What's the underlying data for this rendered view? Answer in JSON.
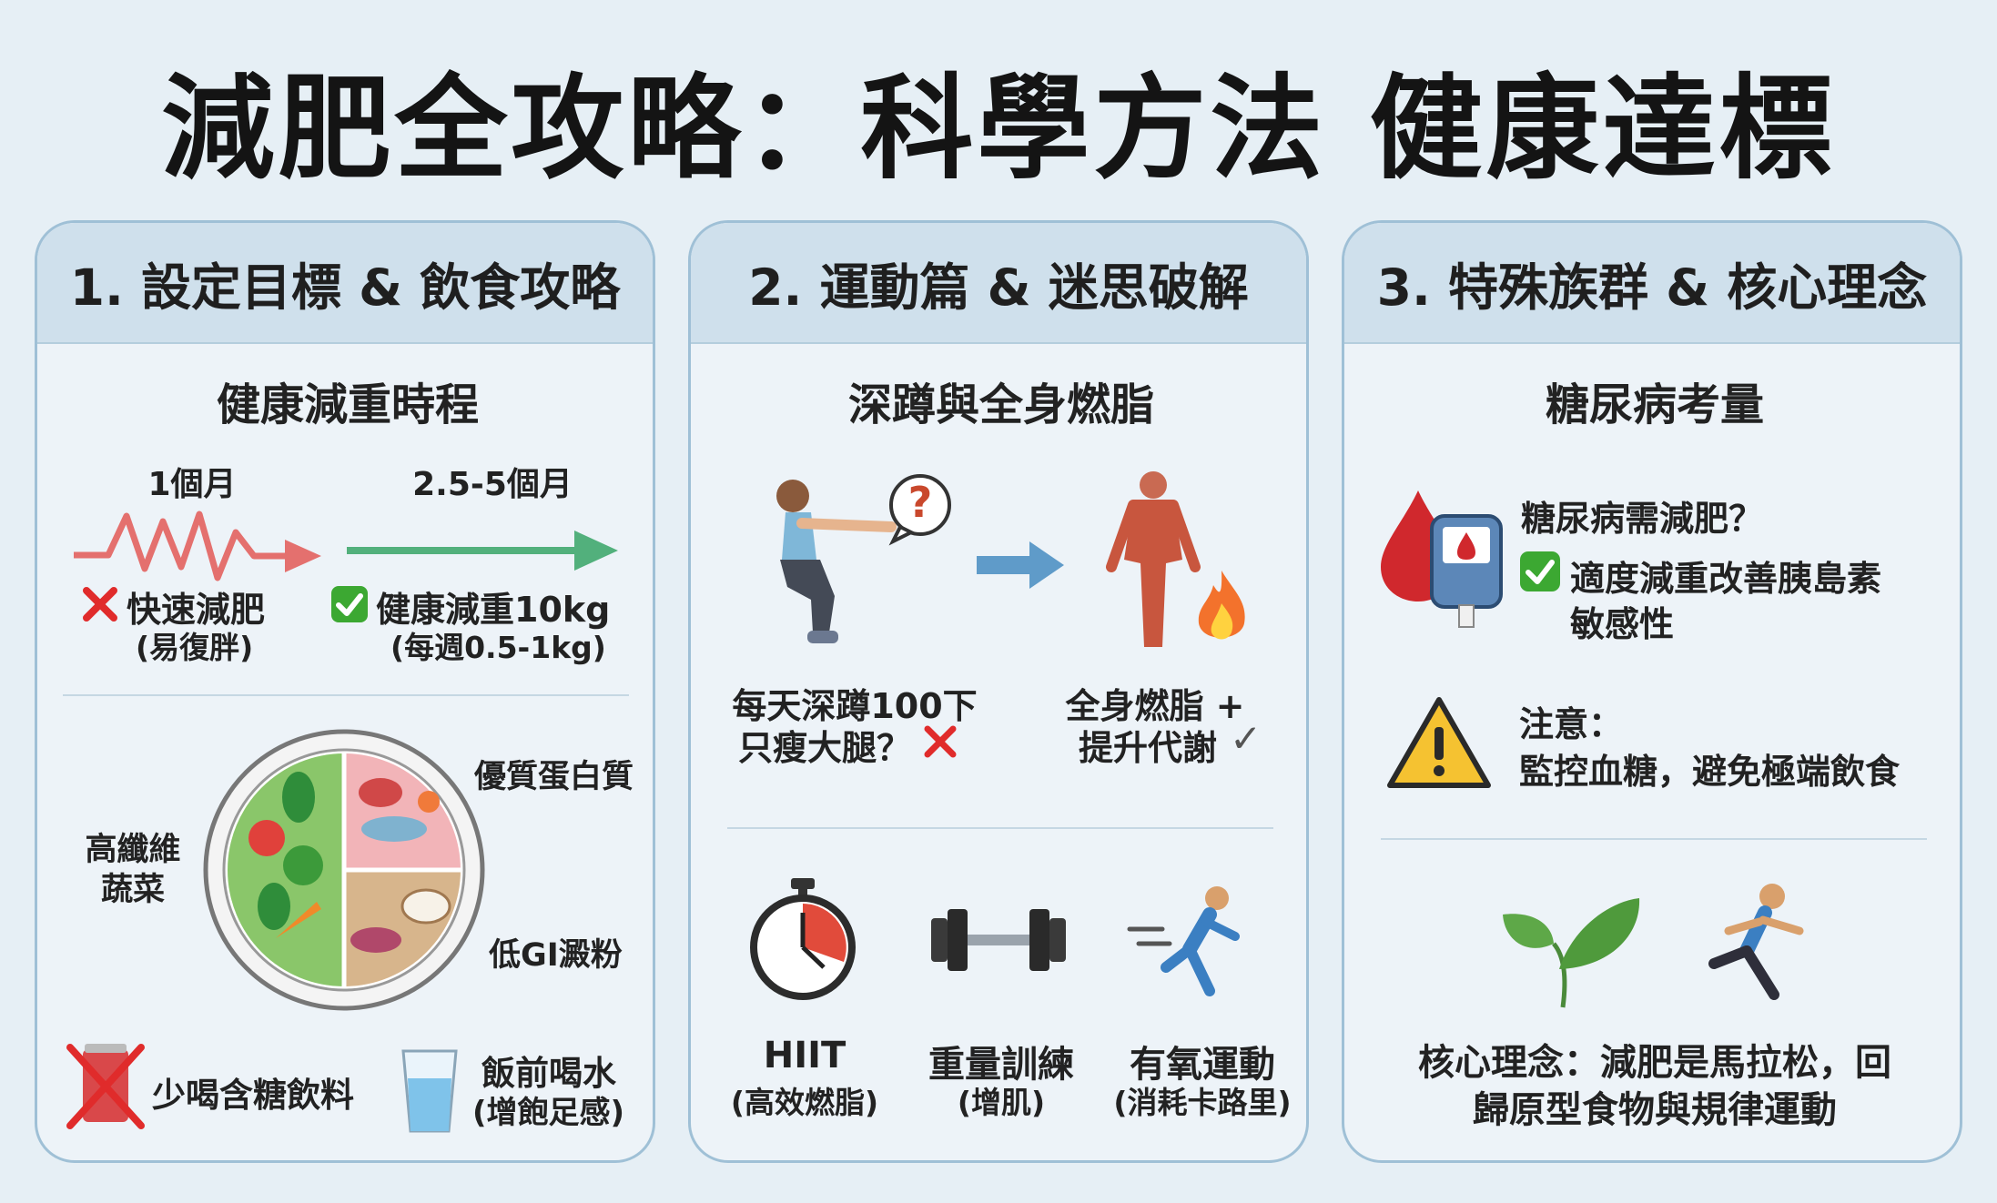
{
  "title": "減肥全攻略：科學方法 健康達標",
  "colors": {
    "background": "#e6eff5",
    "card_header": "#cfe0ec",
    "card_border": "#9fc0d6",
    "cross_red": "#e02b2b",
    "check_green": "#3ca832",
    "arrow_blue": "#5f9bc9",
    "rapid_line": "#e4706e",
    "healthy_line": "#52b07c"
  },
  "icons": {
    "cross": "cross-mark-icon",
    "check": "check-box-icon",
    "warning": "warning-triangle-icon",
    "timer": "stopwatch-icon",
    "dumbbell": "dumbbell-icon",
    "runner": "running-person-icon",
    "blood": "blood-drop-icon",
    "glucose": "glucose-meter-icon",
    "leaf": "leaf-icon"
  },
  "col1": {
    "header": "1. 設定目標 & 飲食攻略",
    "timeline_title": "健康減重時程",
    "rapid_label": "1個月",
    "healthy_label": "2.5-5個月",
    "rapid_text": "快速減肥",
    "rapid_note": "(易復胖)",
    "healthy_text": "健康減重10kg",
    "healthy_note": "(每週0.5-1kg)",
    "plate": {
      "protein": "優質蛋白質",
      "veg_line1": "高纖維",
      "veg_line2": "蔬菜",
      "carb": "低GI澱粉"
    },
    "tip_drink": "少喝含糖飲料",
    "tip_water_line1": "飯前喝水",
    "tip_water_line2": "(增飽足感)"
  },
  "col2": {
    "header": "2. 運動篇 & 迷思破解",
    "squat_title": "深蹲與全身燃脂",
    "myth_line1": "每天深蹲100下",
    "myth_line2": "只瘦大腿？",
    "fact_line1": "全身燃脂 +",
    "fact_line2": "提升代謝",
    "fact_check": "✓",
    "question_mark": "?",
    "exercises": [
      {
        "name": "HIIT",
        "note": "(高效燃脂)"
      },
      {
        "name": "重量訓練",
        "note": "(增肌)"
      },
      {
        "name": "有氧運動",
        "note": "(消耗卡路里)"
      }
    ]
  },
  "col3": {
    "header": "3. 特殊族群 & 核心理念",
    "diabetes_title": "糖尿病考量",
    "question": "糖尿病需減肥？",
    "answer_line1": "適度減重改善胰島素",
    "answer_line2": "敏感性",
    "warning_line1": "注意：",
    "warning_line2": "監控血糖，避免極端飲食",
    "core_line1": "核心理念：減肥是馬拉松，回",
    "core_line2": "歸原型食物與規律運動"
  }
}
